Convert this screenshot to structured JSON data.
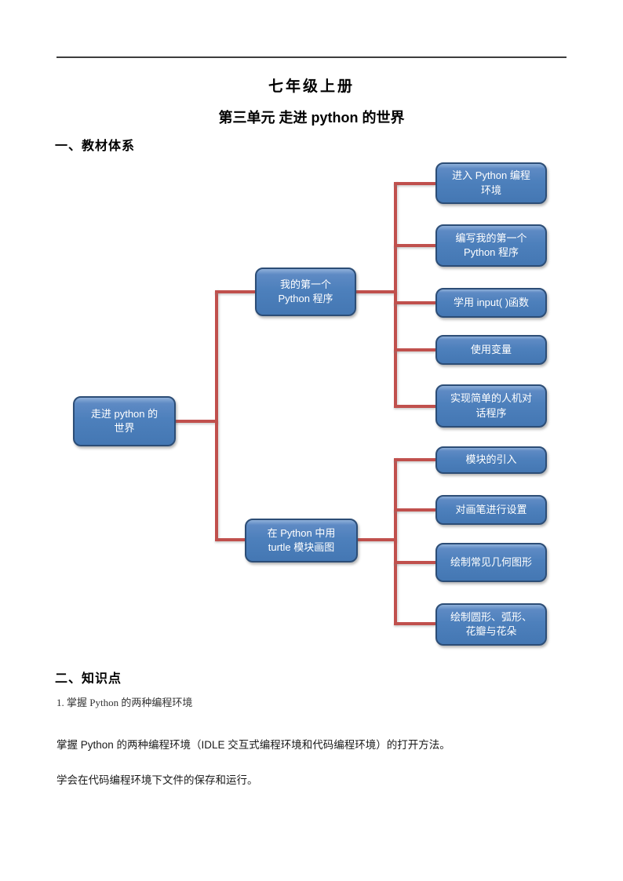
{
  "header": {
    "book_title": "七年级上册",
    "unit_title": "第三单元  走进 python 的世界"
  },
  "sections": {
    "materials_heading": "一、教材体系",
    "knowledge_heading": "二、知识点",
    "knowledge_item_1": "1. 掌握 Python 的两种编程环境",
    "knowledge_para_1": "掌握 Python 的两种编程环境（IDLE 交互式编程环境和代码编程环境）的打开方法。",
    "knowledge_para_2": "学会在代码编程环境下文件的保存和运行。"
  },
  "diagram": {
    "colors": {
      "node_fill": "#4f81bd",
      "node_border": "#2c4d76",
      "connector": "#c0504d",
      "node_text": "#ffffff"
    },
    "root": {
      "label": "走进 python 的\n世界"
    },
    "branches": [
      {
        "label": "我的第一个\nPython 程序",
        "children": [
          {
            "label": "进入 Python 编程\n环境"
          },
          {
            "label": "编写我的第一个\nPython 程序"
          },
          {
            "label": "学用 input( )函数"
          },
          {
            "label": "使用变量"
          },
          {
            "label": "实现简单的人机对\n话程序"
          }
        ]
      },
      {
        "label": "在 Python 中用\nturtle 模块画图",
        "children": [
          {
            "label": "模块的引入"
          },
          {
            "label": "对画笔进行设置"
          },
          {
            "label": "绘制常见几何图形"
          },
          {
            "label": "绘制圆形、弧形、\n花瓣与花朵"
          }
        ]
      }
    ]
  }
}
